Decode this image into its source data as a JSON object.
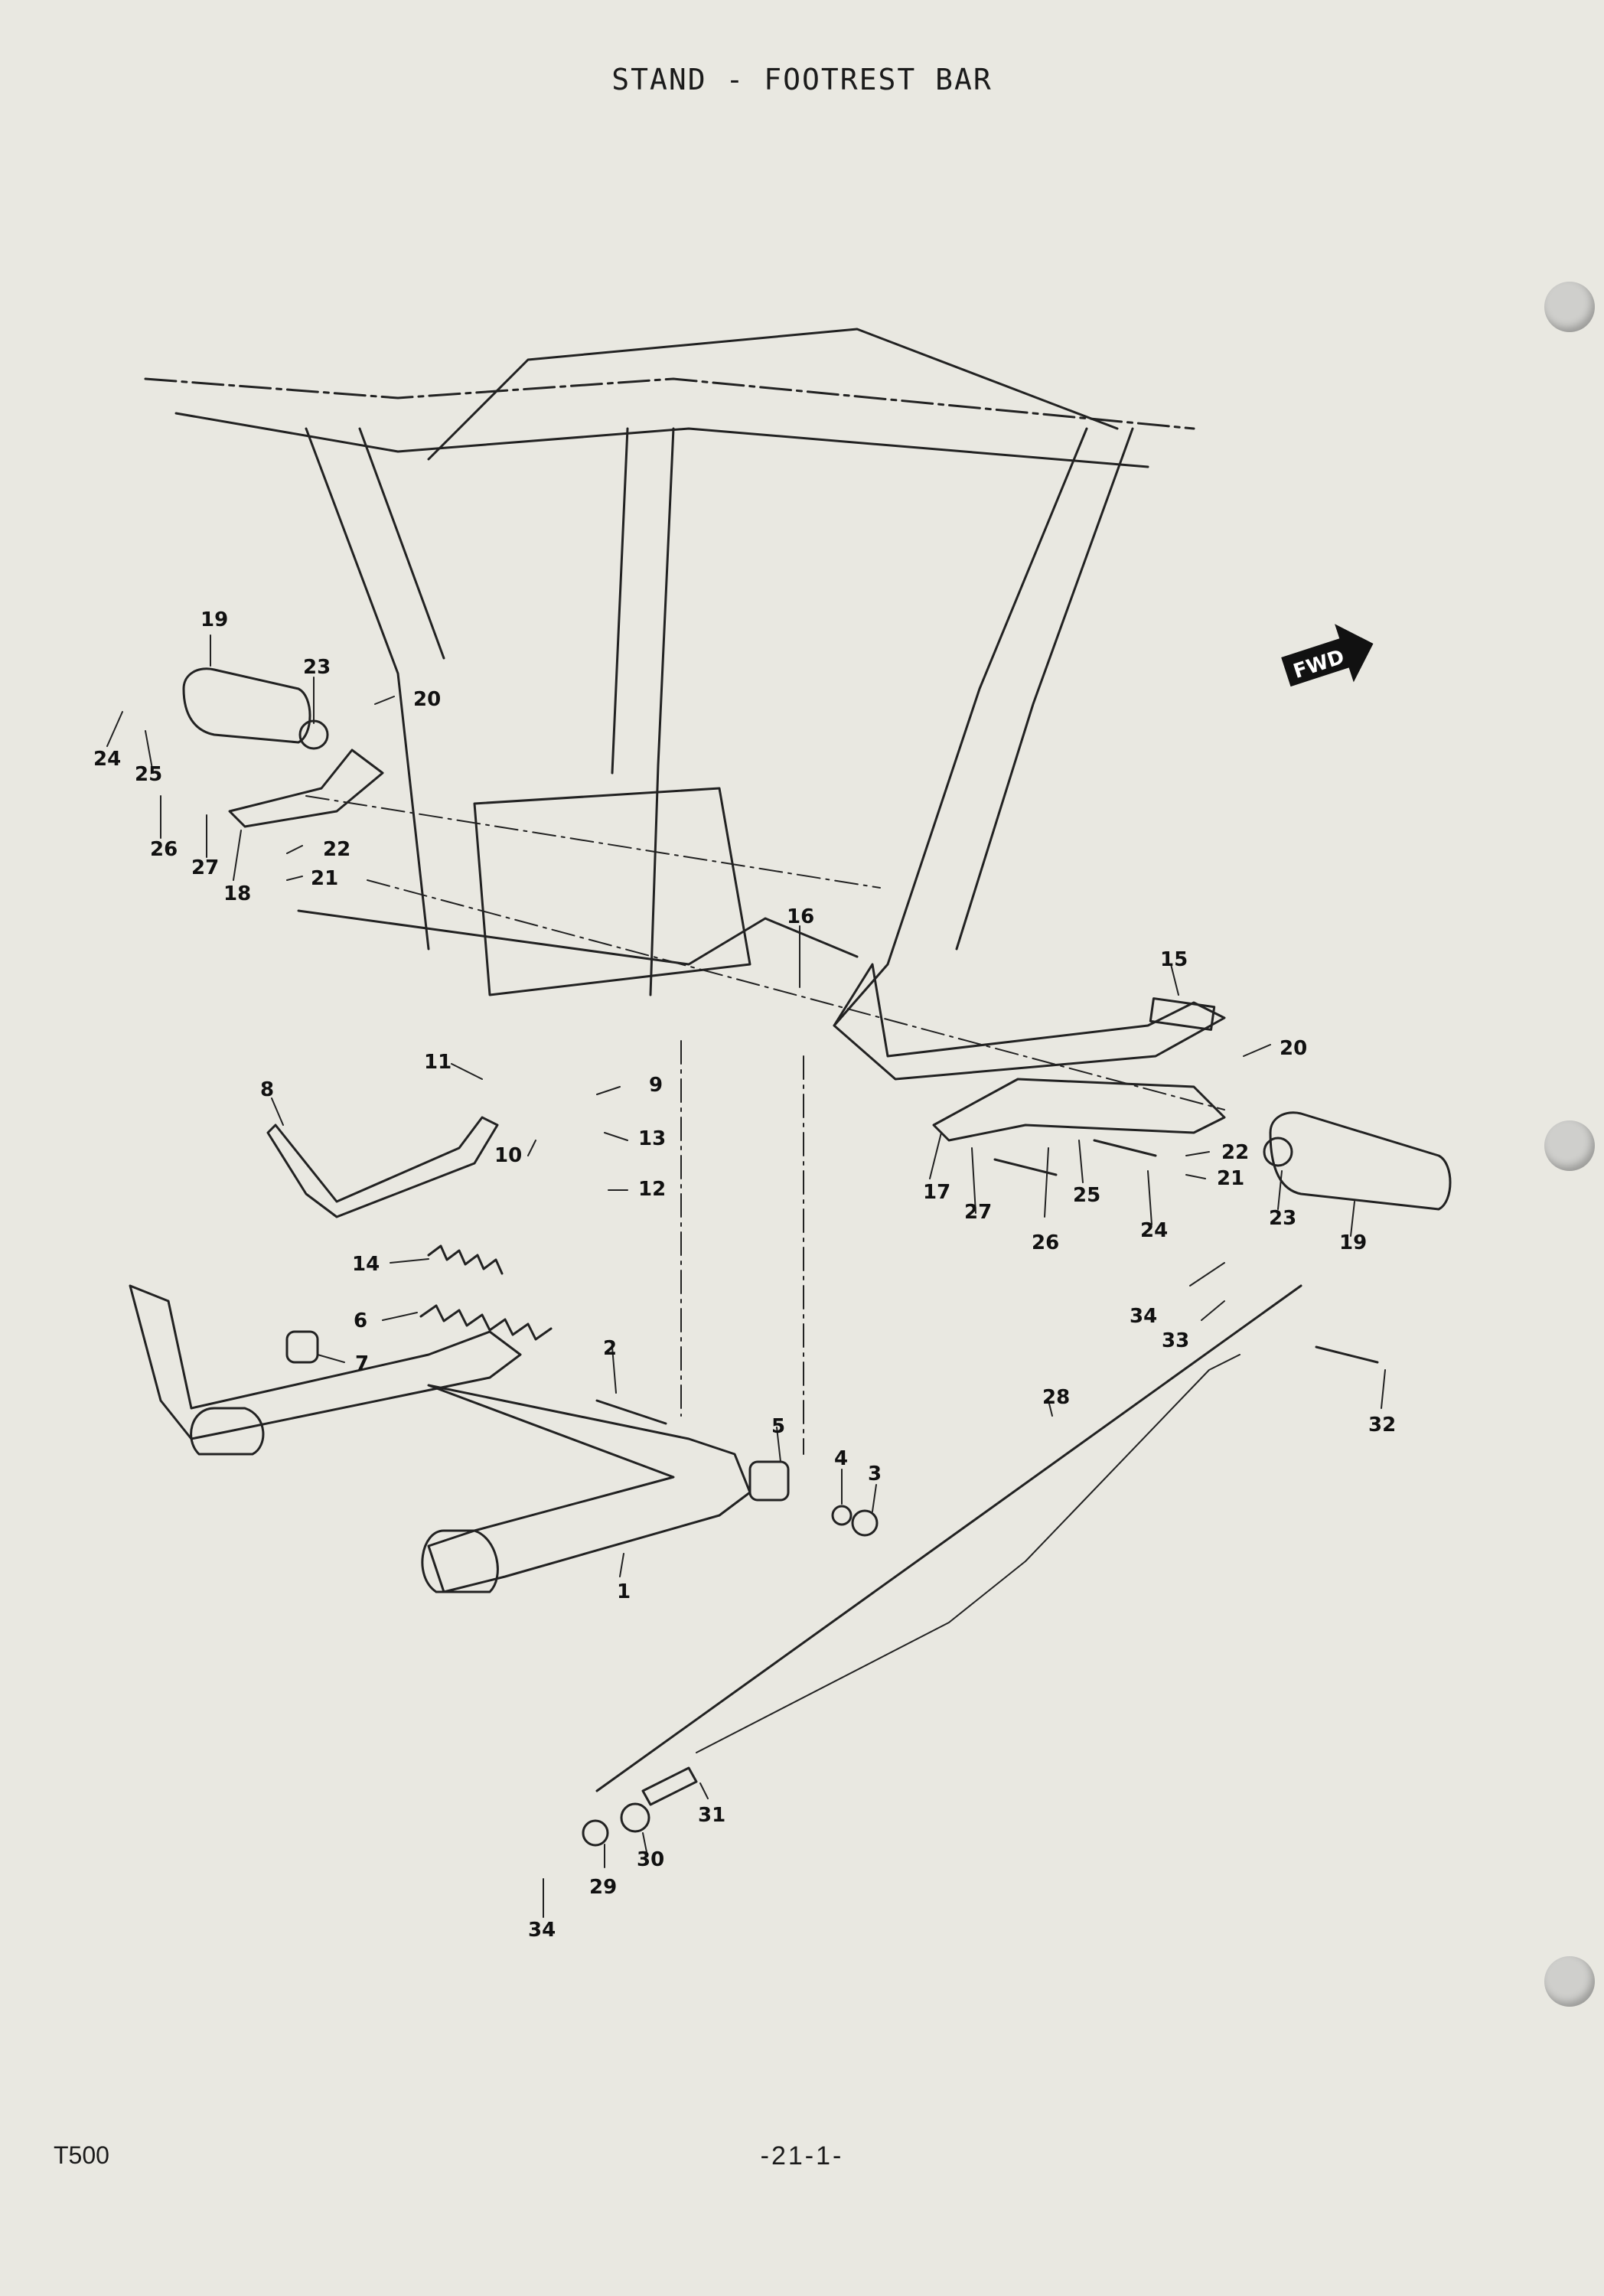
{
  "page": {
    "title": "STAND - FOOTREST BAR",
    "model": "T500",
    "page_number": "-21-1-"
  },
  "diagram": {
    "fwd_label": "FWD",
    "callouts": [
      "1",
      "2",
      "3",
      "4",
      "5",
      "6",
      "7",
      "8",
      "9",
      "10",
      "11",
      "12",
      "13",
      "14",
      "15",
      "16",
      "17",
      "18",
      "19",
      "20",
      "21",
      "22",
      "23",
      "24",
      "25",
      "26",
      "27",
      "28",
      "29",
      "30",
      "31",
      "32",
      "33",
      "34"
    ]
  },
  "colors": {
    "paper": "#e9e8e1",
    "ink": "#1b1b1b"
  }
}
